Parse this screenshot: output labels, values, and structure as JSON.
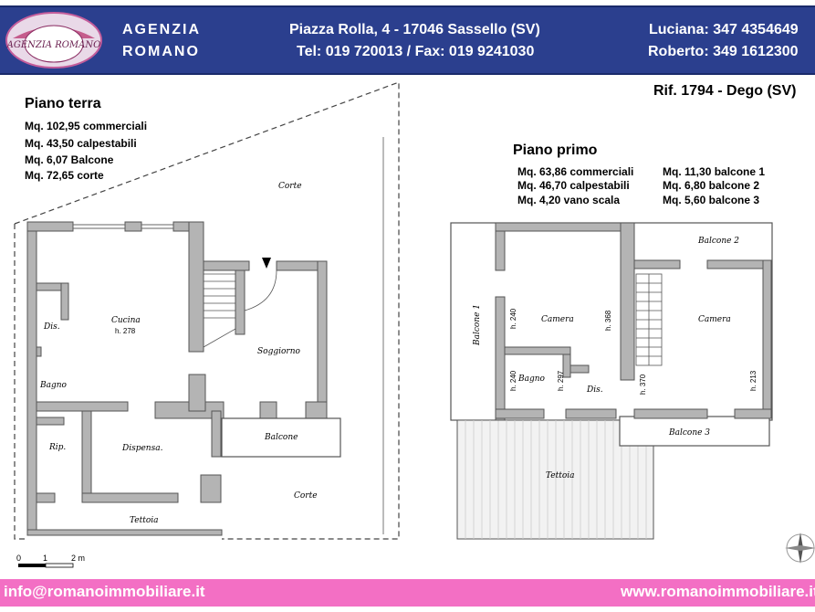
{
  "header": {
    "logo_text": "AGENZIA ROMANO",
    "agency_line1": "AGENZIA",
    "agency_line2": "ROMANO",
    "address": "Piazza Rolla, 4 - 17046 Sassello (SV)",
    "phones": "Tel: 019 720013 / Fax: 019 9241030",
    "contact1": "Luciana: 347 4354649",
    "contact2": "Roberto: 349 1612300"
  },
  "reference": "Rif. 1794 - Dego (SV)",
  "ground_floor": {
    "title": "Piano terra",
    "specs": [
      "Mq. 102,95 commerciali",
      "Mq. 43,50 calpestabili",
      "Mq.   6,07 Balcone",
      "Mq. 72,65 corte"
    ],
    "rooms": {
      "corte_top": "Corte",
      "corte_bottom": "Corte",
      "cucina": "Cucina",
      "cucina_h": "h. 278",
      "dis": "Dis.",
      "bagno": "Bagno",
      "soggiorno": "Soggiorno",
      "balcone": "Balcone",
      "rip": "Rip.",
      "dispensa": "Dispensa.",
      "tettoia": "Tettoia"
    }
  },
  "first_floor": {
    "title": "Piano primo",
    "specs_left": [
      "Mq. 63,86 commerciali",
      "Mq. 46,70 calpestabili",
      "Mq.   4,20 vano scala"
    ],
    "specs_right": [
      "Mq. 11,30 balcone 1",
      "Mq.   6,80 balcone 2",
      "Mq.   5,60 balcone 3"
    ],
    "rooms": {
      "balcone1": "Balcone 1",
      "balcone2": "Balcone 2",
      "balcone3": "Balcone 3",
      "camera1": "Camera",
      "camera2": "Camera",
      "bagno": "Bagno",
      "dis": "Dis.",
      "tettoia": "Tettoia",
      "h240a": "h. 240",
      "h368": "h. 368",
      "h240b": "h. 240",
      "h297": "h. 297",
      "h370": "h. 370",
      "h213": "h. 213"
    }
  },
  "scale": {
    "t0": "0",
    "t1": "1",
    "t2": "2 m"
  },
  "footer": {
    "email": "info@romanoimmobiliare.it",
    "website": "www.romanoimmobiliare.it"
  },
  "colors": {
    "header_bg": "#2b3f8e",
    "footer_bg": "#f36fc4",
    "wall": "#b4b4b4"
  }
}
